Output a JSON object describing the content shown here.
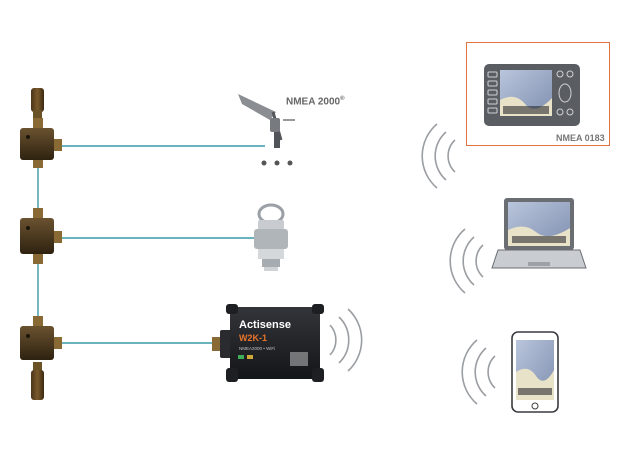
{
  "labels": {
    "nmea2000": "NMEA 2000",
    "nmea2000_mark": "®",
    "nmea0183": "NMEA 0183"
  },
  "gateway": {
    "brand": "Actisense",
    "model": "W2K-1",
    "subtitle": "NMEA2000 • WiFi"
  },
  "colors": {
    "backbone_cable": "#3a9aa6",
    "highlight_frame": "#e0733f",
    "gateway_accent": "#e8742c"
  },
  "icons": [
    "wind-sensor-icon",
    "depth-transducer-icon",
    "wifi-waves-icon",
    "chartplotter-icon",
    "laptop-icon",
    "smartphone-icon",
    "tee-connector-icon"
  ]
}
